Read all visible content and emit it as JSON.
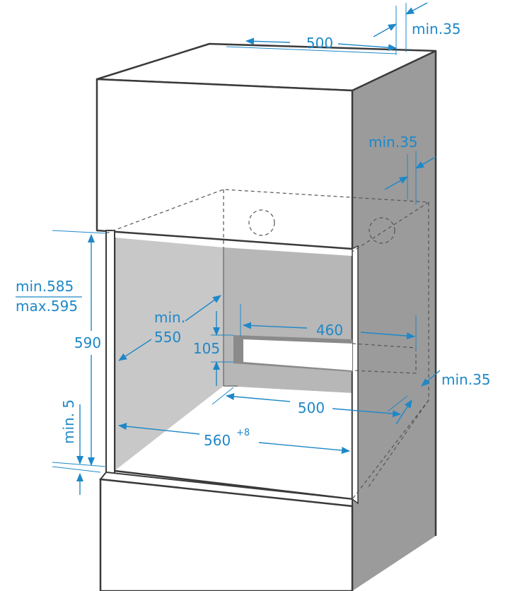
{
  "dimensions": {
    "top_depth": "500",
    "top_gap": "min.35",
    "side_gap": "min.35",
    "niche_height_min": "min.585",
    "niche_height_max": "max.595",
    "appliance_height": "590",
    "depth_label_line1": "min.",
    "depth_label_line2": "550",
    "vent_width": "460",
    "vent_height": "105",
    "bottom_depth": "500",
    "rear_gap": "min.35",
    "niche_width": "560",
    "niche_width_tolerance": "+8",
    "min_bottom": "min. 5"
  },
  "colors": {
    "dimension": "#1e88c8",
    "cabinet_side": "#9b9b9b",
    "niche_wall": "#c8c8c8",
    "outline": "#3a3a3a"
  }
}
